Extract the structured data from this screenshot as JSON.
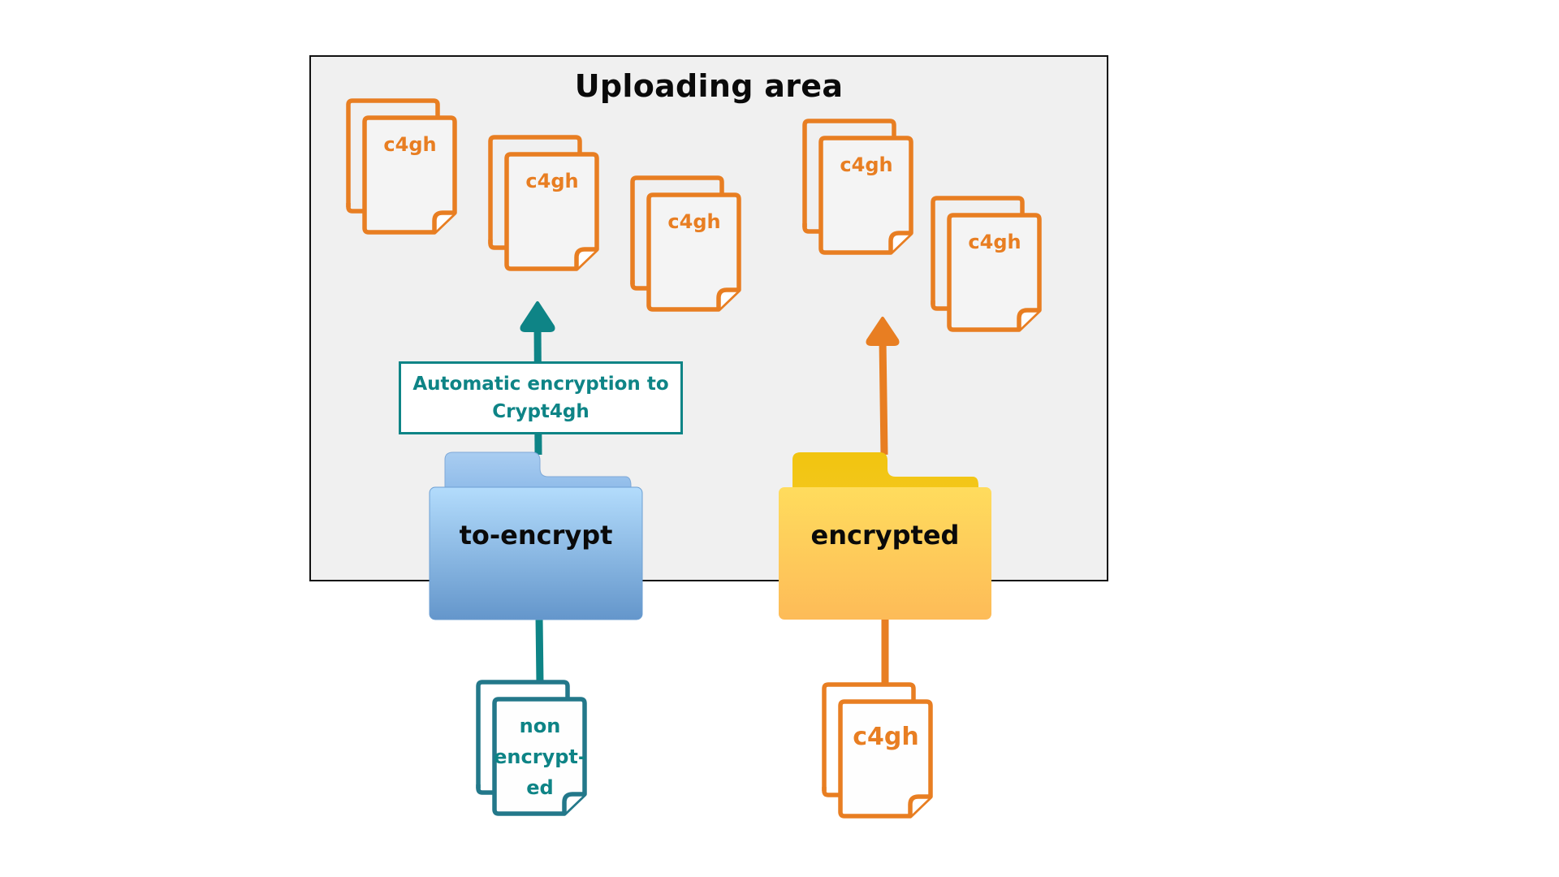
{
  "upload_area": {
    "title": "Uploading area",
    "files": [
      {
        "label": "c4gh"
      },
      {
        "label": "c4gh"
      },
      {
        "label": "c4gh"
      },
      {
        "label": "c4gh"
      },
      {
        "label": "c4gh"
      }
    ]
  },
  "encryption_step": {
    "label": "Automatic encryption to Crypt4gh"
  },
  "folders": {
    "to_encrypt": {
      "label": "to-encrypt"
    },
    "encrypted": {
      "label": "encrypted"
    }
  },
  "source_files": {
    "non_encrypted": {
      "lines": [
        "non",
        "encrypt-",
        "ed"
      ]
    },
    "encrypted": {
      "label": "c4gh"
    }
  },
  "colors": {
    "encrypted_file": "#e87e22",
    "non_encrypted_file": "#23788a",
    "teal_flow": "#0e8486",
    "orange_flow": "#e87e22",
    "upload_area_bg": "#f0f0f0",
    "folder_blue_top": "#b3dbfb",
    "folder_blue_bottom": "#6699cc",
    "folder_yellow_top": "#ffdb5c",
    "folder_yellow_bottom": "#fdbd5a"
  }
}
